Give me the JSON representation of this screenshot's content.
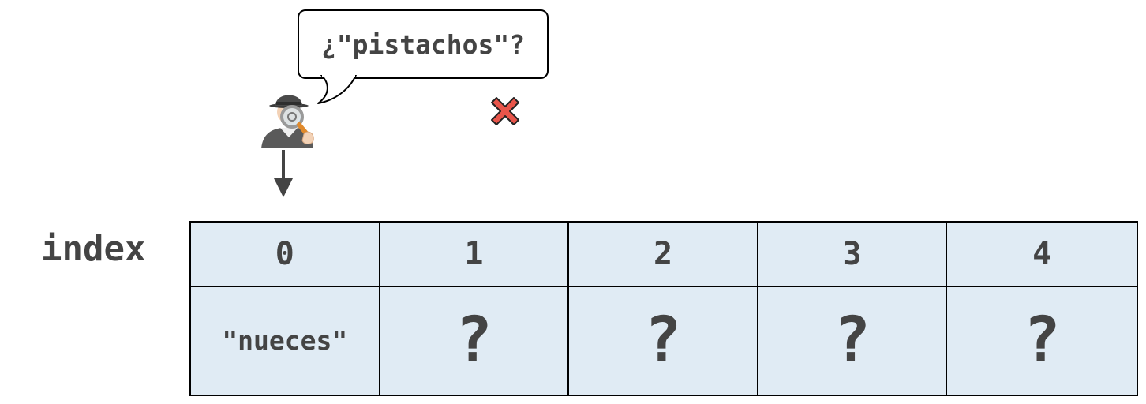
{
  "speech": {
    "text": "¿\"pistachos\"?"
  },
  "marks": {
    "searcher": "detective-icon",
    "mismatch": "cross-mark-icon"
  },
  "array": {
    "label": "index",
    "indices": [
      "0",
      "1",
      "2",
      "3",
      "4"
    ],
    "values": [
      "\"nueces\"",
      "?",
      "?",
      "?",
      "?"
    ],
    "pointer_index": 0
  },
  "colors": {
    "cell_fill": "#e0ebf4",
    "text": "#444444",
    "cross": "#e8554a"
  }
}
